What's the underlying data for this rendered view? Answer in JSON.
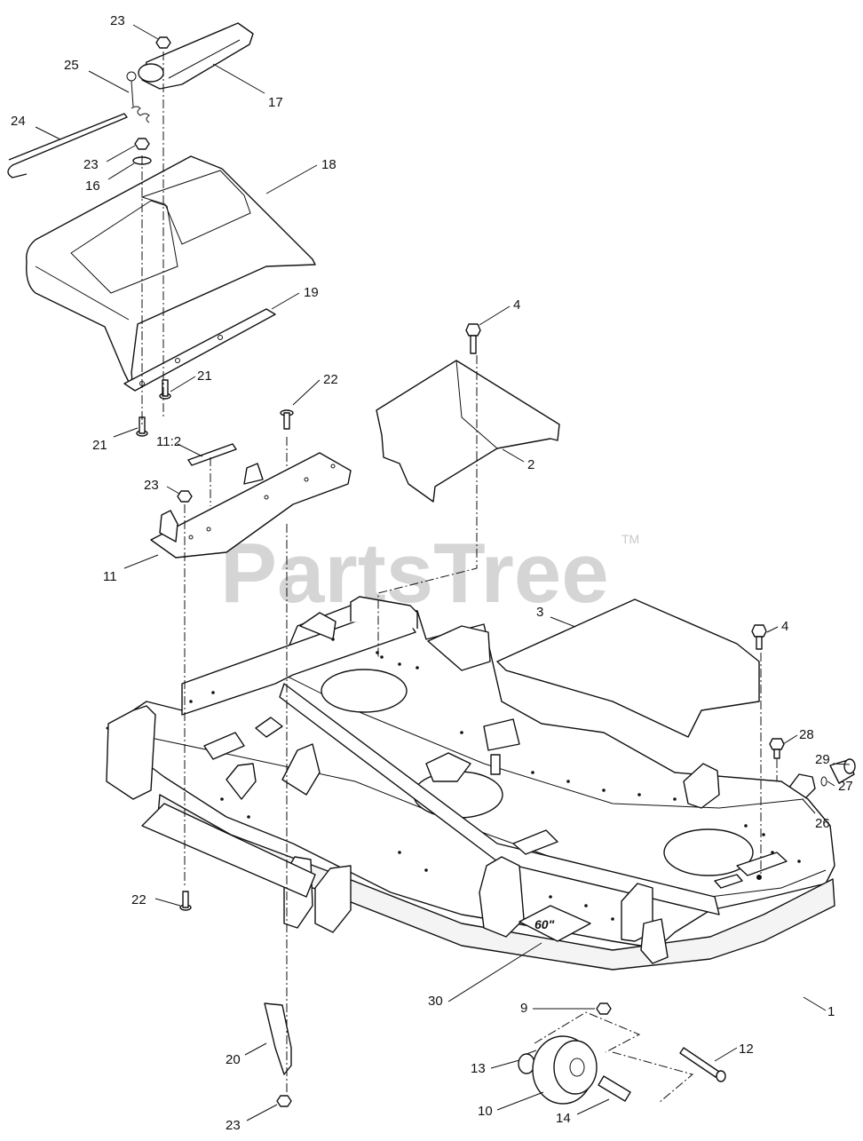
{
  "watermark": {
    "text": "PartsTree",
    "tm": "TM"
  },
  "callouts": {
    "c1": "1",
    "c2": "2",
    "c3": "3",
    "c4a": "4",
    "c4b": "4",
    "c9": "9",
    "c10": "10",
    "c11": "11",
    "c11_2": "11:2",
    "c12": "12",
    "c13": "13",
    "c14": "14",
    "c16": "16",
    "c17": "17",
    "c18": "18",
    "c19": "19",
    "c20": "20",
    "c21a": "21",
    "c21b": "21",
    "c22a": "22",
    "c22b": "22",
    "c23a": "23",
    "c23b": "23",
    "c23c": "23",
    "c23d": "23",
    "c24": "24",
    "c25": "25",
    "c26": "26",
    "c27": "27",
    "c28": "28",
    "c29": "29",
    "c30": "30"
  },
  "deck_logo": "60\""
}
